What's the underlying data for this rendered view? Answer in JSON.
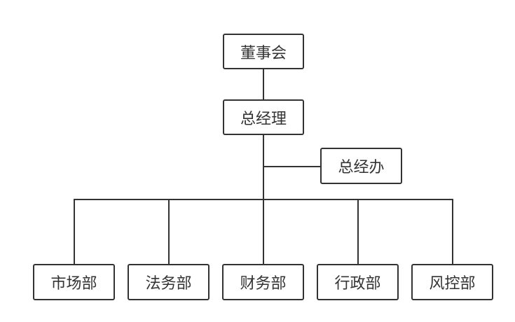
{
  "org_chart": {
    "board": "董事会",
    "ceo": "总经理",
    "ceo_office": "总经办",
    "departments": [
      "市场部",
      "法务部",
      "财务部",
      "行政部",
      "风控部"
    ]
  },
  "colors": {
    "line": "#333333",
    "box_border": "#333333",
    "box_fill": "#ffffff",
    "text": "#333333",
    "background": "#ffffff"
  }
}
